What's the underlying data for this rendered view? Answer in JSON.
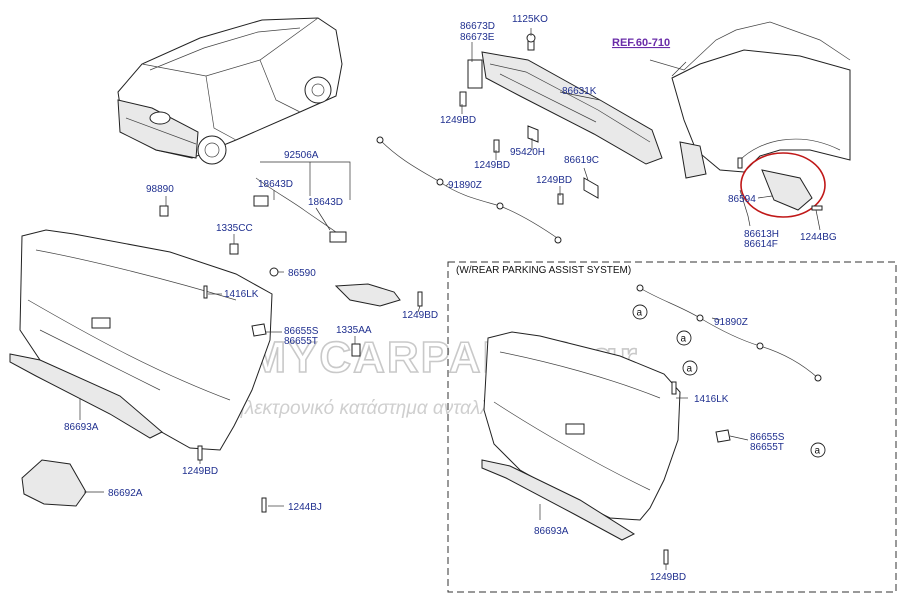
{
  "diagram": {
    "reference": "REF.60-710",
    "box_title": "(W/REAR PARKING ASSIST SYSTEM)",
    "watermark_main": "ECONOMYCARPARTS.gr",
    "watermark_sub": "ο μεγαλύτερο ηλεκτρονικό κατάστημα ανταλλακτικών",
    "callout_marker": "a",
    "labels": {
      "l86673d": "86673D",
      "l86673e": "86673E",
      "l1125ko": "1125KO",
      "l86631k": "86631K",
      "l1249bd_a": "1249BD",
      "l1249bd_b": "1249BD",
      "l95420h": "95420H",
      "l86619c": "86619C",
      "l1249bd_c": "1249BD",
      "l86594": "86594",
      "l86613h": "86613H",
      "l86614f": "86614F",
      "l1244bg": "1244BG",
      "l92506a": "92506A",
      "l18643d_a": "18643D",
      "l18643d_b": "18643D",
      "l91890z_a": "91890Z",
      "l98890": "98890",
      "l1335cc": "1335CC",
      "l86590": "86590",
      "l1416lk_a": "1416LK",
      "l1249bd_d": "1249BD",
      "l86655s_a": "86655S",
      "l86655t_a": "86655T",
      "l1335aa": "1335AA",
      "l86693a_a": "86693A",
      "l1249bd_e": "1249BD",
      "l86692a": "86692A",
      "l1244bj": "1244BJ",
      "l91890z_b": "91890Z",
      "l1416lk_b": "1416LK",
      "l86655s_b": "86655S",
      "l86655t_b": "86655T",
      "l86693a_b": "86693A",
      "l1249bd_f": "1249BD"
    }
  }
}
